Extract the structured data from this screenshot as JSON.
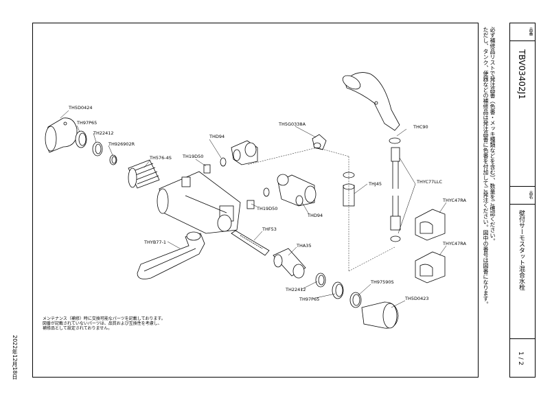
{
  "header_notes": {
    "line1": "必ず補修品リストで発注品番（色番・メッキ種類などを含む）、数量をご確認ください。",
    "line2": "ただし、タンク、便器などの補修品は発注品番に色番を付加してご発注ください。図中の番号は図番になります。"
  },
  "title_block": {
    "part_no_label": "品番",
    "part_no": "TBV03402J1",
    "name_label": "品名",
    "name": "壁付サーモスタット混合水栓",
    "page": "1 / 2"
  },
  "date": "2022年12月18日",
  "footer_note": {
    "line1": "メンテナンス（補修）時に交換可能なパーツを記載しております。",
    "line2": "図番が記載されていないパーツは、品質および互換性を考慮し、",
    "line3": "補修品として設定されておりません。"
  },
  "parts": [
    {
      "id": "TH5D0424"
    },
    {
      "id": "TH97P65"
    },
    {
      "id": "TH22412"
    },
    {
      "id": "TH926902R"
    },
    {
      "id": "TH576-4S"
    },
    {
      "id": "TH19D50"
    },
    {
      "id": "THD94"
    },
    {
      "id": "TH5G0338A"
    },
    {
      "id": "TH19D50"
    },
    {
      "id": "THD94"
    },
    {
      "id": "THF53"
    },
    {
      "id": "THYB77-1"
    },
    {
      "id": "THA35"
    },
    {
      "id": "TH22412"
    },
    {
      "id": "TH97P65"
    },
    {
      "id": "TH97590S"
    },
    {
      "id": "TH5D0423"
    },
    {
      "id": "THC90"
    },
    {
      "id": "THJ45"
    },
    {
      "id": "THYC77LLC"
    },
    {
      "id": "THYC47RA"
    },
    {
      "id": "THYC47RA"
    }
  ]
}
